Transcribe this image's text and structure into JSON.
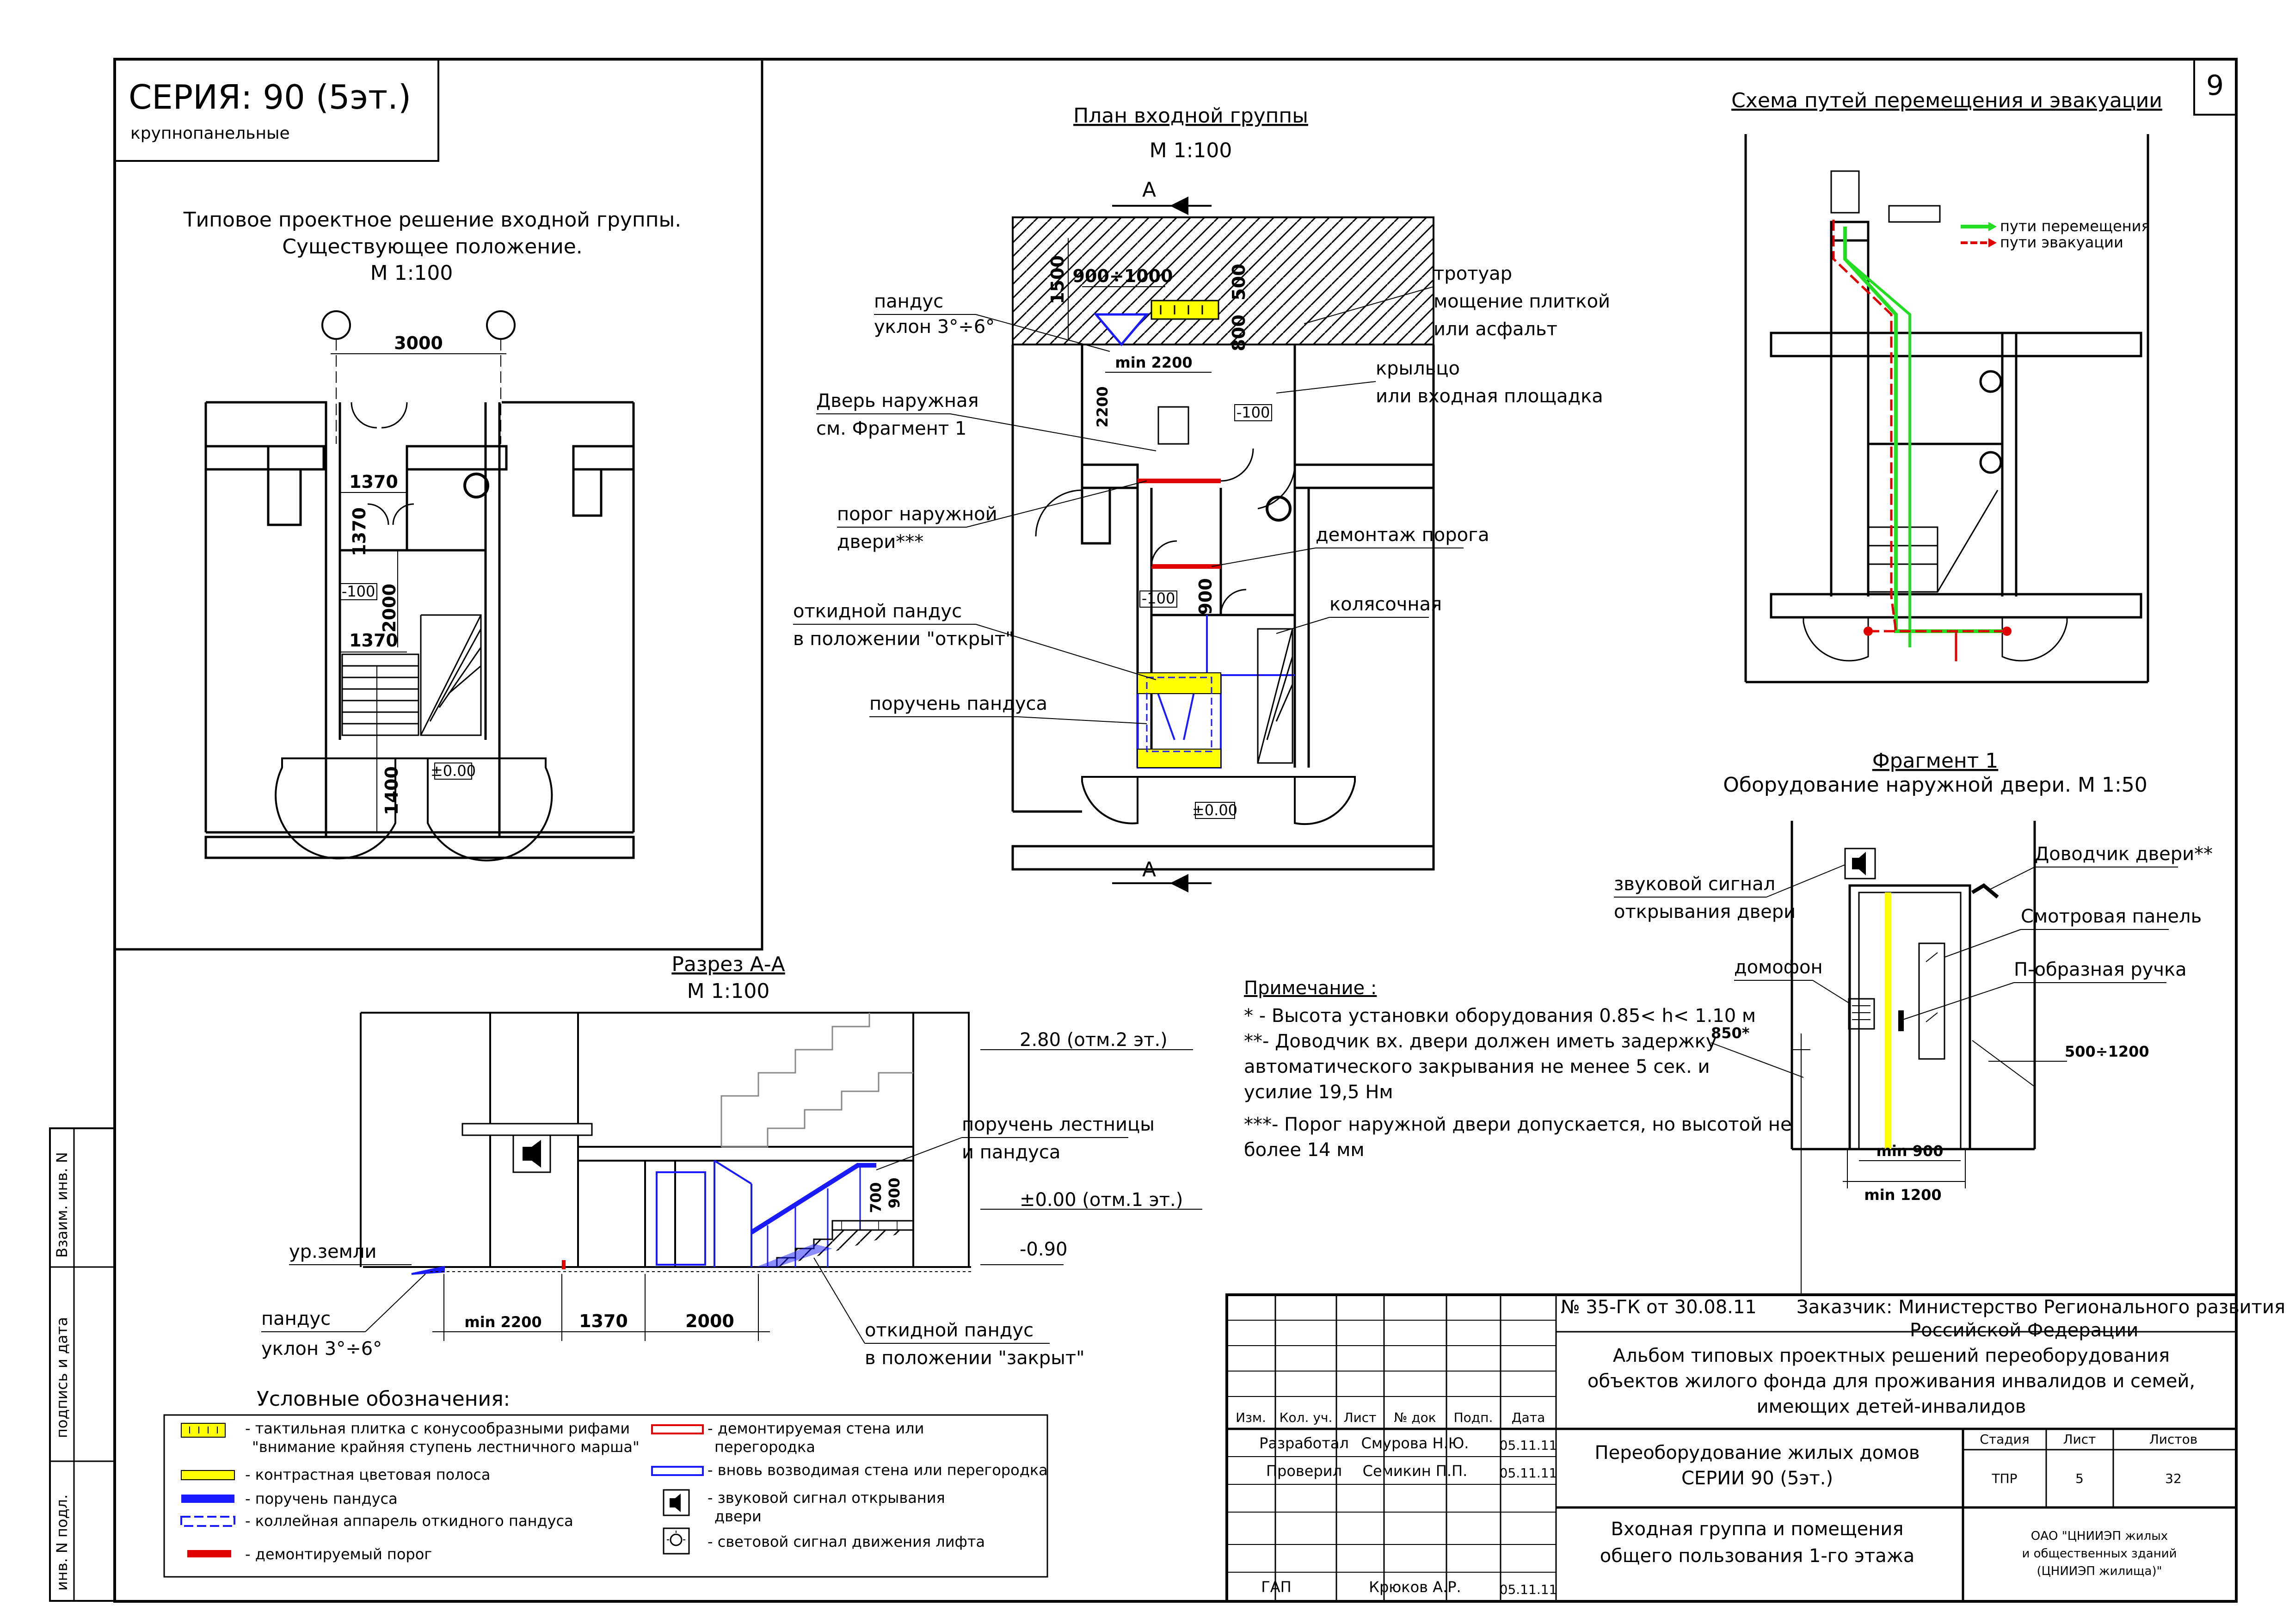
{
  "sheet": {
    "number": "9",
    "series_title": "СЕРИЯ: 90 (5эт.)",
    "series_sub": "крупнопанельные"
  },
  "typical": {
    "title1": "Типовое проектное решение входной группы.",
    "title2": "Существующее положение.",
    "scale": "М 1:100",
    "dims": {
      "d3000": "3000",
      "d1370a": "1370",
      "d1370v": "1370",
      "d2000": "2000",
      "d1370b": "1370",
      "d1400": "1400"
    },
    "levels": {
      "m100": "-100",
      "zero": "±0.00"
    }
  },
  "plan": {
    "title": "План входной группы",
    "scale": "М 1:100",
    "section_mark": "А",
    "dims": {
      "d1500": "1500",
      "d900_1000": "900÷1000",
      "d500": "500",
      "d800": "800",
      "dmin2200": "min 2200",
      "d2200v": "2200",
      "d900": "900"
    },
    "levels": {
      "m100a": "-100",
      "m100b": "-100",
      "zero": "±0.00"
    },
    "labels": {
      "ramp1": "пандус",
      "ramp2": "уклон 3°÷6°",
      "door1": "Дверь наружная",
      "door2": "см. Фрагмент 1",
      "thr1": "порог наружной",
      "thr2": "двери***",
      "fold1": "откидной пандус",
      "fold2": "в положении \"открыт\"",
      "handrail": "поручень пандуса",
      "walk1": "тротуар",
      "walk2": "мощение плиткой",
      "walk3": "или асфальт",
      "porch1": "крыльцо",
      "porch2": "или входная площадка",
      "demolish": "демонтаж порога",
      "stroller": "колясочная"
    }
  },
  "evac": {
    "title": "Схема путей перемещения и эвакуации",
    "legend1": "пути перемещения",
    "legend2": "пути эвакуации"
  },
  "section": {
    "title": "Разрез А-А",
    "scale": "М 1:100",
    "levels": {
      "l280": "2.80 (отм.2 эт.)",
      "l000": "±0.00 (отм.1 эт.)",
      "lm090": "-0.90"
    },
    "labels": {
      "rail1": "поручень лестницы",
      "rail2": "и пандуса",
      "ground": "ур.земли",
      "ramp1": "пандус",
      "ramp2": "уклон 3°÷6°",
      "fold1": "откидной пандус",
      "fold2": "в положении \"закрыт\""
    },
    "dims": {
      "dmin2200": "min 2200",
      "d1370": "1370",
      "d2000": "2000",
      "d700": "700",
      "d900": "900"
    }
  },
  "notes": {
    "title": "Примечание :",
    "line1": "* - Высота установки оборудования 0.85< h< 1.10 м",
    "line2": "**- Доводчик вх. двери должен иметь задержку",
    "line3": "автоматического закрывания не менее 5 сек. и",
    "line4": "усилие 19,5 Нм",
    "line5": "***-  Порог наружной двери допускается, но высотой не",
    "line6": "более 14 мм"
  },
  "fragment": {
    "title1": "Фрагмент 1",
    "title2": "Оборудование наружной двери. М 1:50",
    "labels": {
      "sound1": "звуковой сигнал",
      "sound2": "открывания двери",
      "closer": "Доводчик двери**",
      "panel": "Смотровая панель",
      "intercom": "домофон",
      "handle": "П-образная ручка"
    },
    "dims": {
      "d850": "850*",
      "d500_1200": "500÷1200",
      "dmin900": "min 900",
      "dmin1200": "min 1200"
    }
  },
  "legend": {
    "title": "Условные обозначения:",
    "items": [
      "- тактильная плитка с конусообразными рифами",
      "\"внимание крайняя ступень лестничного марша\"",
      "- контрастная цветовая полоса",
      "- поручень пандуса",
      "- коллейная аппарель откидного пандуса",
      "- демонтируемый порог",
      "- демонтируемая стена или",
      "перегородка",
      "- вновь возводимая стена или перегородка",
      "- звуковой сигнал открывания",
      "двери",
      "- световой сигнал движения лифта"
    ]
  },
  "side_stamp": {
    "c1": "Взаим. инв. N",
    "c2": "подпись и дата",
    "c3": "инв. N подл."
  },
  "title_block": {
    "contract": "№ 35-ГК от 30.08.11",
    "customer1": "Заказчик: Министерство Регионального развития",
    "customer2": "Российской Федерации",
    "album1": "Альбом типовых проектных решений переоборудования",
    "album2": "объектов жилого фонда для проживания инвалидов и семей,",
    "album3": "имеющих детей-инвалидов",
    "col_headers": [
      "Изм.",
      "Кол. уч.",
      "Лист",
      "№ док",
      "Подп.",
      "Дата"
    ],
    "rows": [
      {
        "role": "Разработал",
        "name": "Смурова Н.Ю.",
        "date": "05.11.11"
      },
      {
        "role": "Проверил",
        "name": "Семикин П.П.",
        "date": "05.11.11"
      },
      {
        "role": "ГАП",
        "name": "Крюков А.Р.",
        "date": "05.11.11"
      }
    ],
    "project1": "Переоборудование жилых домов",
    "project2": "СЕРИИ 90 (5эт.)",
    "stage_label": "Стадия",
    "sheet_label": "Лист",
    "sheets_label": "Листов",
    "stage": "ТПР",
    "sheet": "5",
    "sheets": "32",
    "sheet_title1": "Входная группа и помещения",
    "sheet_title2": "общего пользования 1-го этажа",
    "org1": "ОАО \"ЦНИИЭП жилых",
    "org2": "и общественных зданий",
    "org3": "(ЦНИИЭП жилища)\""
  },
  "colors": {
    "red": "#e00000",
    "blue": "#1a1aff",
    "yellow": "#ffff00",
    "green": "#22dd22",
    "black": "#000000"
  }
}
